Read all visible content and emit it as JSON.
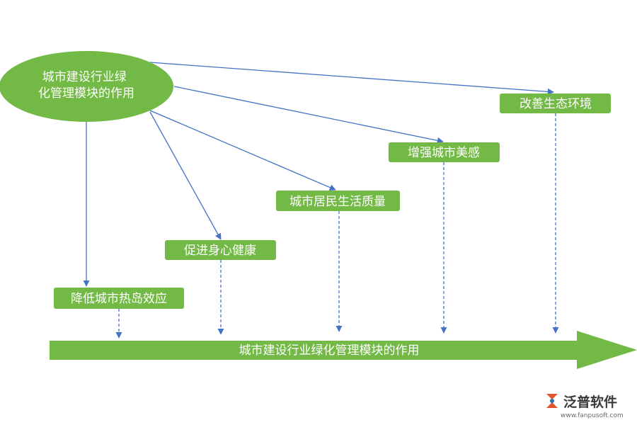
{
  "diagram": {
    "source": "城市建设行业绿化管理模块的作用",
    "effects": [
      "降低城市热岛效应",
      "促进身心健康",
      "城市居民生活质量",
      "增强城市美感",
      "改善生态环境"
    ],
    "timeline_label": "城市建设行业绿化管理模块的作用"
  },
  "colors": {
    "green": "#72b946",
    "arrow": "#4472c4",
    "text": "#ffffff"
  },
  "logo": {
    "name": "泛普软件",
    "url": "www.fanpusoft.com"
  }
}
